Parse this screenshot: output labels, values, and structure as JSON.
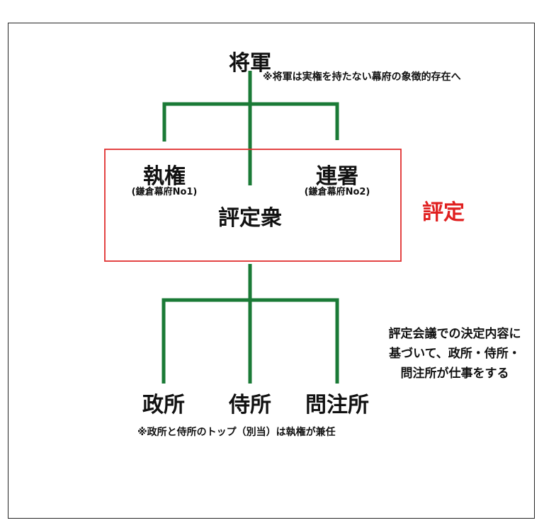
{
  "diagram": {
    "shogun": "将軍",
    "shogun_note": "※将軍は実権を持たない幕府の象徴的存在へ",
    "shikken": "執権",
    "shikken_sub": "(鎌倉幕府No1)",
    "rensho": "連署",
    "rensho_sub": "(鎌倉幕府No2)",
    "hyojoshu": "評定衆",
    "hyojo_label": "評定",
    "mandokoro": "政所",
    "samuraidokoro": "侍所",
    "monchujo": "問注所",
    "side_note_lines": [
      "評定会議での決定内容に",
      "基づいて、政所・侍所・",
      "問注所が仕事をする"
    ],
    "bottom_note": "※政所と侍所のトップ（別当）は執権が兼任"
  },
  "colors": {
    "line": "#1a7a36",
    "council_border": "#e03030",
    "council_label": "#e02020"
  }
}
